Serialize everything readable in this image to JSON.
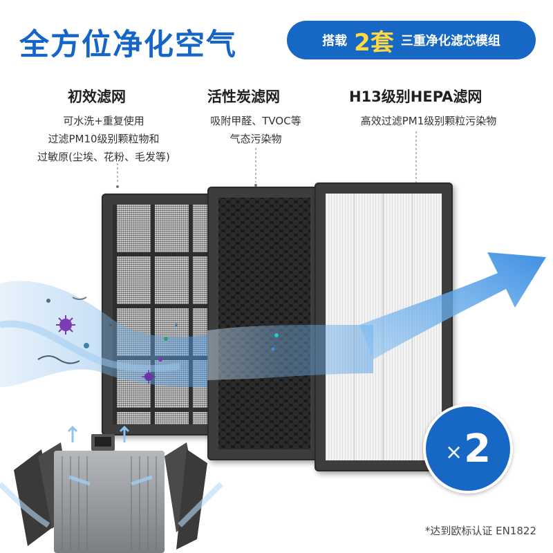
{
  "header": {
    "headline": "全方位净化空气",
    "pill": {
      "prefix": "搭载",
      "count": "2套",
      "suffix": "三重净化滤芯模组"
    }
  },
  "filters": [
    {
      "title": "初效滤网",
      "desc": [
        "可水洗+重复使用",
        "过滤PM10级别颗粒物和",
        "过敏原(尘埃、花粉、毛发等)"
      ]
    },
    {
      "title": "活性炭滤网",
      "desc": [
        "吸附甲醛、TVOC等",
        "气态污染物"
      ]
    },
    {
      "title": "H13级别HEPA滤网",
      "desc": [
        "高效过滤PM1级别颗粒污染物"
      ]
    }
  ],
  "badge": {
    "mult": "×",
    "num": "2"
  },
  "footnote": "*达到欧标认证 EN1822",
  "colors": {
    "brand_blue": "#1668c4",
    "headline_blue": "#1565c8",
    "accent_yellow": "#ffd740"
  },
  "icons": [
    "airflow-arrow",
    "pollutant-particles",
    "purifier-unit"
  ]
}
